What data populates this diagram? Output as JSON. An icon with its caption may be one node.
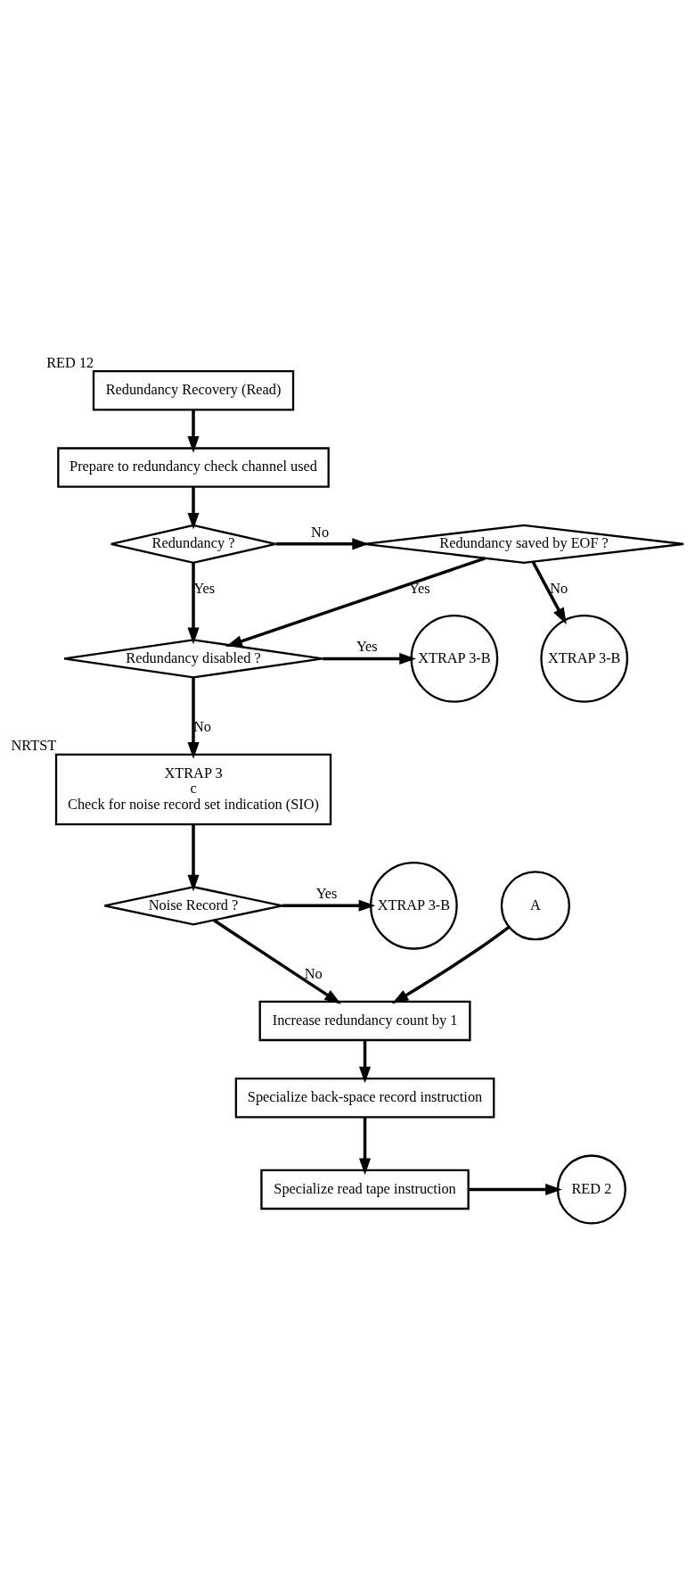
{
  "diagram": {
    "nodes": [
      {
        "text": [
          "Redundancy Recovery (Read)"
        ],
        "beside": [
          "RED 12"
        ]
      },
      {
        "text": [
          "Prepare to redundancy check channel used"
        ]
      },
      {
        "text": [
          "Redundancy ?"
        ]
      },
      {
        "text": [
          "Redundancy saved by EOF ?"
        ]
      },
      {
        "text": [
          "XTRAP 3-B"
        ]
      },
      {
        "text": [
          "Redundancy disabled ?"
        ]
      },
      {
        "text": [
          "XTRAP 3-B"
        ]
      },
      {
        "text": [
          "XTRAP 3",
          "c",
          "Check for noise record set indication (SIO)"
        ],
        "beside": [
          "NRTST"
        ]
      },
      {
        "text": [
          "Noise Record ?"
        ]
      },
      {
        "text": [
          "XTRAP 3-B"
        ]
      },
      {
        "text": [
          "A"
        ]
      },
      {
        "text": [
          "Increase redundancy count by 1"
        ]
      },
      {
        "text": [
          "Specialize back-space record instruction"
        ]
      },
      {
        "text": [
          "Specialize read tape instruction"
        ]
      },
      {
        "text": [
          "RED 2"
        ]
      }
    ],
    "edges": [
      {
        "from": 0,
        "to": 1,
        "arrow": "to"
      },
      {
        "from": 1,
        "to": 2,
        "arrow": "to"
      },
      {
        "from": 2,
        "to": 3,
        "arrow": "to",
        "label": "No"
      },
      {
        "from": 3,
        "to": 4,
        "arrow": "to",
        "label": "No"
      },
      {
        "from": 2,
        "to": 5,
        "arrow": "to",
        "label": "Yes"
      },
      {
        "from": 3,
        "to": 5,
        "arrow": "to",
        "label": "Yes"
      },
      {
        "from": 5,
        "to": 6,
        "arrow": "to",
        "label": "Yes"
      },
      {
        "from": 5,
        "to": 7,
        "arrow": "to",
        "label": "No"
      },
      {
        "from": 7,
        "to": 8,
        "arrow": "to"
      },
      {
        "from": 8,
        "to": 9,
        "arrow": "to",
        "label": "Yes"
      },
      {
        "from": 8,
        "to": 11,
        "arrow": "to",
        "label": "No"
      },
      {
        "from": 10,
        "to": 11,
        "arrow": "to"
      },
      {
        "from": 11,
        "to": 12,
        "arrow": "to"
      },
      {
        "from": 12,
        "to": 13,
        "arrow": "to"
      },
      {
        "from": 13,
        "to": 14,
        "arrow": "to"
      }
    ]
  }
}
